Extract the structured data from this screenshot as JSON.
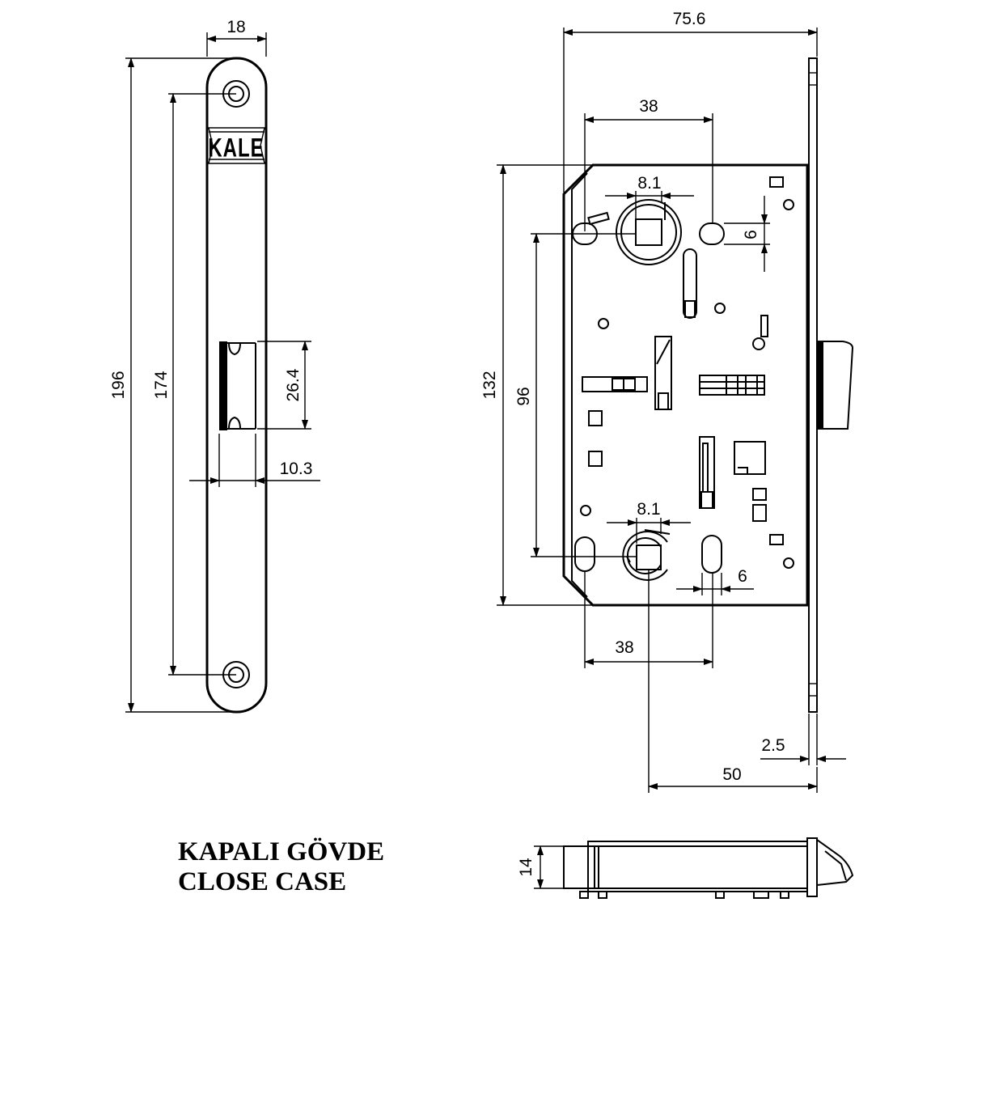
{
  "logo": {
    "text": "KALE"
  },
  "faceplate": {
    "width_dim": "18",
    "total_length_dim": "196",
    "screw_spacing_dim": "174",
    "latch_opening_dim": "26.4",
    "latch_offset_dim": "10.3"
  },
  "lock_body": {
    "total_width_dim": "75.6",
    "top_spacing_dim": "38",
    "top_square_dim": "8.1",
    "top_slot_dim": "6",
    "height_dim": "132",
    "center_distance_dim": "96",
    "bottom_square_dim": "8.1",
    "bottom_slot_dim": "6",
    "bottom_spacing_dim": "38",
    "faceplate_thickness_dim": "2.5",
    "backset_dim": "50"
  },
  "side_view": {
    "thickness_dim": "14"
  },
  "title": {
    "line1": "KAPALI GÖVDE",
    "line2": "CLOSE CASE"
  }
}
